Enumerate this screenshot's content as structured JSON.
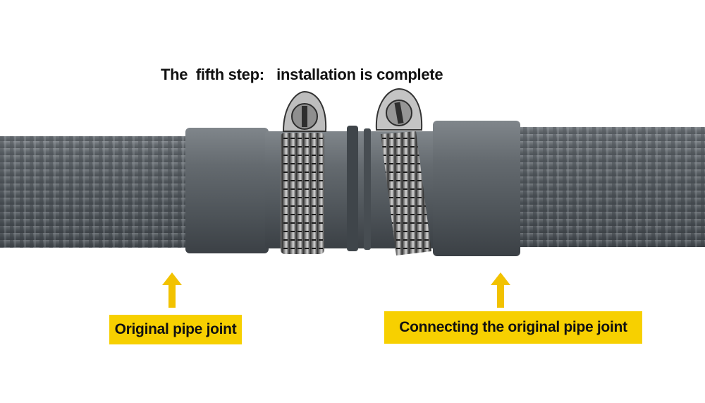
{
  "title": "The  fifth step:   installation is complete",
  "labels": {
    "left": "Original pipe joint",
    "right": "Connecting the original pipe joint"
  },
  "colors": {
    "label_background": "#f7d000",
    "arrow": "#f2c200",
    "pipe": "#5a5f64"
  }
}
